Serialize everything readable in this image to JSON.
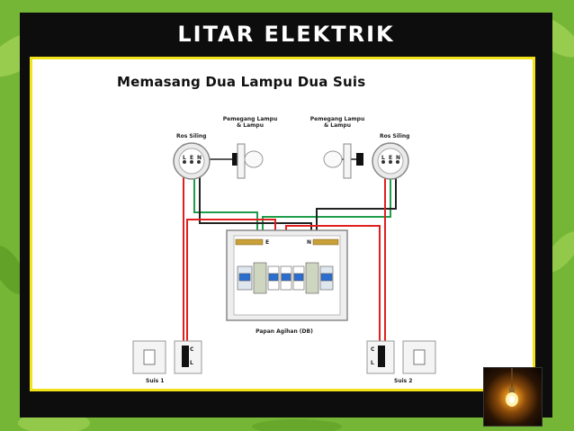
{
  "slide": {
    "title": "LITAR ELEKTRIK",
    "subtitle": "Memasang Dua Lampu Dua Suis"
  },
  "diagram": {
    "ceiling_rose_label": "Ros Siling",
    "lamp_holder_label_line1": "Pemegang Lampu",
    "lamp_holder_label_line2": "& Lampu",
    "terminal_L": "L",
    "terminal_E": "E",
    "terminal_N": "N",
    "db_label": "Papan Agihan (DB)",
    "db_earth_bar": "E",
    "db_neutral_bar": "N",
    "switch_1_label": "Suis 1",
    "switch_2_label": "Suis 2",
    "switch_C": "C",
    "switch_L": "L",
    "wire_colors": {
      "live": "#e02020",
      "neutral": "#222222",
      "earth": "#1e9e4a"
    }
  },
  "thumbnail": {
    "icon": "light-bulb-icon"
  }
}
